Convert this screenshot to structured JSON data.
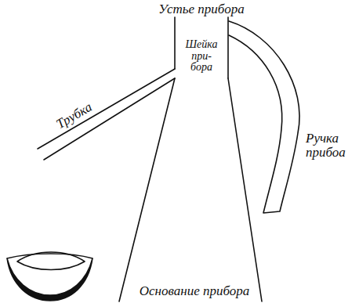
{
  "diagram": {
    "labels": [
      "Устье прибора",
      "Шейка при- бора",
      "Трубка",
      "Ручка прибоа",
      "Основание прибора"
    ]
  }
}
